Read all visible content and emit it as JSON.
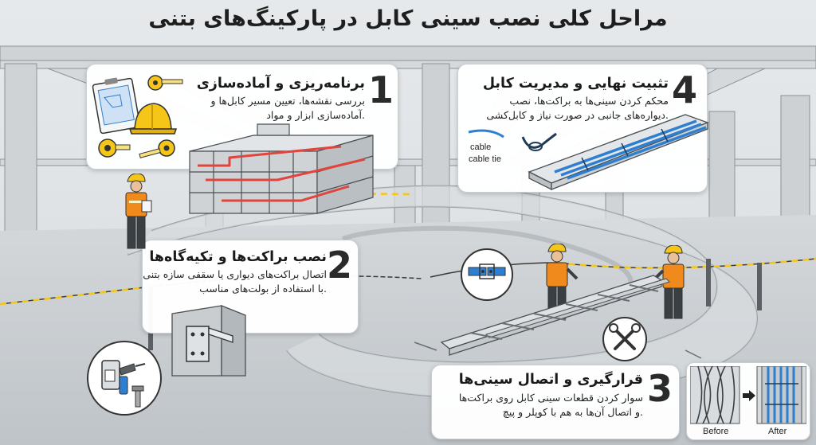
{
  "title": "مراحل کلی نصب سینی کابل در پارکینگ‌های بتنی",
  "steps": [
    {
      "number": "1",
      "title": "برنامه‌ریزی و آماده‌سازی",
      "desc_lines": [
        "بررسی نقشه‌ها، تعیین مسیر کابل‌ها و",
        "آماده‌سازی ابزار و مواد."
      ]
    },
    {
      "number": "2",
      "title": "نصب براکت‌ها و تکیه‌گاه‌ها",
      "desc_lines": [
        "اتصال براکت‌های دیواری یا سقفی سازه بتنی",
        "با استفاده از بولت‌های مناسب."
      ]
    },
    {
      "number": "3",
      "title": "قرارگیری و اتصال سینی‌ها",
      "desc_lines": [
        "سوار کردن قطعات سینی کابل روی براکت‌ها",
        "و اتصال آن‌ها به هم با کوپلر و پیچ."
      ]
    },
    {
      "number": "4",
      "title": "تثبیت نهایی و مدیریت کابل",
      "desc_lines": [
        "محکم کردن سینی‌ها به براکت‌ها، نصب",
        "دیواره‌های جانبی در صورت نیاز و کابل‌کشی."
      ]
    }
  ],
  "labels": {
    "cable": "cable",
    "cable_tie": "cable tie",
    "before": "Before",
    "after": "After"
  },
  "colors": {
    "accent_blue": "#2f7fd0",
    "cable_red": "#e0443c",
    "helmet_yellow": "#f5c518",
    "vest_orange": "#f08a1c",
    "concrete": "#c9cdd0"
  },
  "icons": [
    "blueprint-icon",
    "hard-hat-icon",
    "tape-measure-icon",
    "drill-icon",
    "bolt-icon",
    "wrench-icon",
    "coupler-icon"
  ]
}
